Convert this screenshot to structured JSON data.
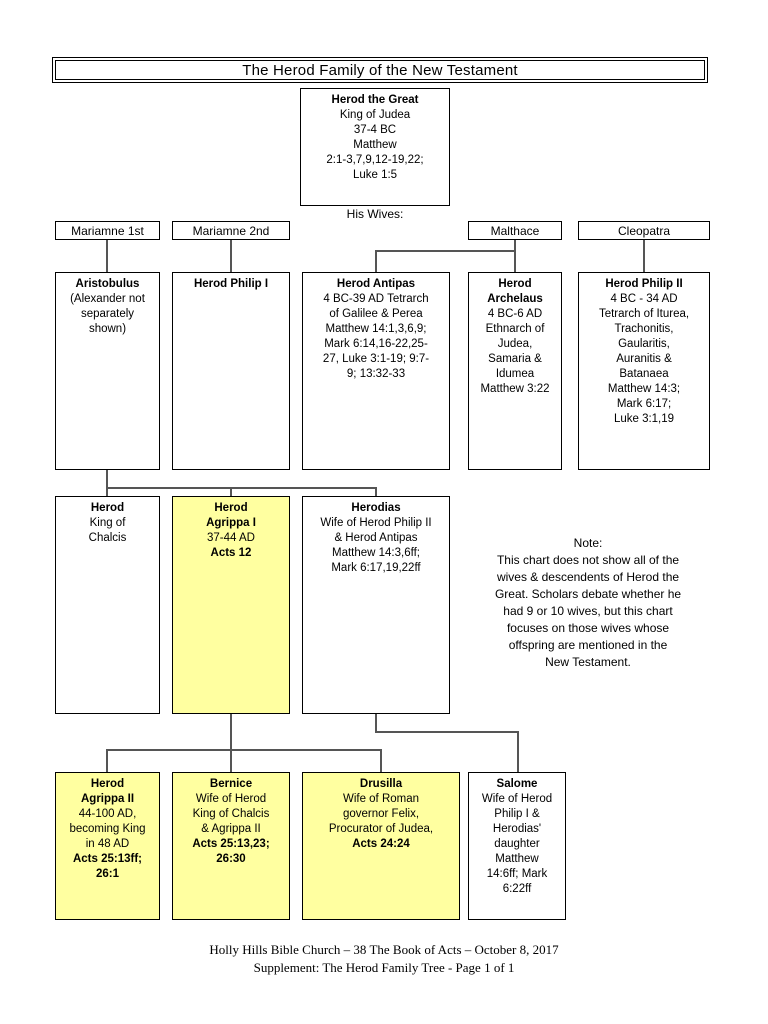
{
  "document": {
    "title": "The Herod Family of the New Testament",
    "his_wives_caption": "His Wives:"
  },
  "colors": {
    "highlight": "#ffffa0",
    "box_border": "#000000",
    "connector": "#555555",
    "background": "#ffffff"
  },
  "root": {
    "name": "Herod the Great",
    "lines": [
      "King of Judea",
      "37-4 BC",
      "Matthew",
      "2:1-3,7,9,12-19,22;",
      "Luke 1:5"
    ]
  },
  "wives": [
    {
      "label": "Mariamne 1st"
    },
    {
      "label": "Mariamne 2nd"
    },
    {
      "label": "Malthace"
    },
    {
      "label": "Cleopatra"
    }
  ],
  "generation_children": [
    {
      "name": "Aristobulus",
      "name_bold": false,
      "highlight": false,
      "lines": [
        {
          "text": "(Alexander not",
          "bold": false
        },
        {
          "text": "separately",
          "bold": false
        },
        {
          "text": "shown)",
          "bold": false
        }
      ]
    },
    {
      "name": "Herod Philip I",
      "name_bold": true,
      "highlight": false,
      "lines": []
    },
    {
      "name": "Herod Antipas",
      "name_bold": true,
      "highlight": false,
      "lines": [
        {
          "text": "4 BC-39 AD Tetrarch",
          "bold": false
        },
        {
          "text": "of Galilee & Perea",
          "bold": false
        },
        {
          "text": "Matthew 14:1,3,6,9;",
          "bold": false
        },
        {
          "text": "Mark 6:14,16-22,25-",
          "bold": false
        },
        {
          "text": "27, Luke 3:1-19; 9:7-",
          "bold": false
        },
        {
          "text": "9; 13:32-33",
          "bold": false
        }
      ]
    },
    {
      "name": "Herod",
      "name_bold": true,
      "highlight": false,
      "lines": [
        {
          "text": "Archelaus",
          "bold": true
        },
        {
          "text": "4 BC-6 AD",
          "bold": false
        },
        {
          "text": "Ethnarch of",
          "bold": false
        },
        {
          "text": "Judea,",
          "bold": false
        },
        {
          "text": "Samaria &",
          "bold": false
        },
        {
          "text": "Idumea",
          "bold": false
        },
        {
          "text": "Matthew 3:22",
          "bold": false
        }
      ]
    },
    {
      "name": "Herod Philip II",
      "name_bold": true,
      "highlight": false,
      "lines": [
        {
          "text": "4 BC - 34 AD",
          "bold": false
        },
        {
          "text": "Tetrarch of Iturea,",
          "bold": false
        },
        {
          "text": "Trachonitis,",
          "bold": false
        },
        {
          "text": "Gaularitis,",
          "bold": false
        },
        {
          "text": "Auranitis &",
          "bold": false
        },
        {
          "text": "Batanaea",
          "bold": false
        },
        {
          "text": "Matthew 14:3;",
          "bold": false
        },
        {
          "text": "Mark 6:17;",
          "bold": false
        },
        {
          "text": "Luke 3:1,19",
          "bold": false
        }
      ]
    }
  ],
  "generation_grandchildren": [
    {
      "name": "Herod",
      "name_bold": true,
      "highlight": false,
      "lines": [
        {
          "text": "King of",
          "bold": false
        },
        {
          "text": "Chalcis",
          "bold": false
        }
      ]
    },
    {
      "name": "Herod",
      "name_bold": true,
      "highlight": true,
      "lines": [
        {
          "text": "Agrippa I",
          "bold": true
        },
        {
          "text": "37-44 AD",
          "bold": false
        },
        {
          "text": "Acts 12",
          "bold": true
        }
      ]
    },
    {
      "name": "Herodias",
      "name_bold": true,
      "highlight": false,
      "lines": [
        {
          "text": "Wife of Herod Philip II",
          "bold": false
        },
        {
          "text": "& Herod Antipas",
          "bold": false
        },
        {
          "text": "Matthew 14:3,6ff;",
          "bold": false
        },
        {
          "text": "Mark 6:17,19,22ff",
          "bold": false
        }
      ]
    }
  ],
  "generation_great_grandchildren": [
    {
      "name": "Herod",
      "name_bold": true,
      "highlight": true,
      "lines": [
        {
          "text": "Agrippa II",
          "bold": true
        },
        {
          "text": "44-100 AD,",
          "bold": false
        },
        {
          "text": "becoming King",
          "bold": false
        },
        {
          "text": "in 48 AD",
          "bold": false
        },
        {
          "text": "Acts 25:13ff;",
          "bold": true
        },
        {
          "text": "26:1",
          "bold": true
        }
      ]
    },
    {
      "name": "Bernice",
      "name_bold": true,
      "highlight": true,
      "lines": [
        {
          "text": "Wife of Herod",
          "bold": false
        },
        {
          "text": "King of Chalcis",
          "bold": false
        },
        {
          "text": "& Agrippa II",
          "bold": false
        },
        {
          "text": "Acts 25:13,23;",
          "bold": true
        },
        {
          "text": "26:30",
          "bold": true
        }
      ]
    },
    {
      "name": "Drusilla",
      "name_bold": true,
      "highlight": true,
      "lines": [
        {
          "text": "Wife of Roman",
          "bold": false
        },
        {
          "text": "governor Felix,",
          "bold": false
        },
        {
          "text": "Procurator of Judea,",
          "bold": false
        },
        {
          "text": "Acts 24:24",
          "bold": true
        }
      ]
    },
    {
      "name": "Salome",
      "name_bold": true,
      "highlight": false,
      "lines": [
        {
          "text": "Wife of Herod",
          "bold": false
        },
        {
          "text": "Philip I &",
          "bold": false
        },
        {
          "text": "Herodias'",
          "bold": false
        },
        {
          "text": "daughter",
          "bold": false
        },
        {
          "text": "Matthew",
          "bold": false
        },
        {
          "text": "14:6ff; Mark",
          "bold": false
        },
        {
          "text": "6:22ff",
          "bold": false
        }
      ]
    }
  ],
  "note": {
    "heading": "Note:",
    "lines": [
      "This chart does not show all of the",
      "wives & descendents of Herod the",
      "Great.  Scholars debate whether he",
      "had 9 or 10 wives, but this chart",
      "focuses on those wives whose",
      "offspring are mentioned in the",
      "New Testament."
    ]
  },
  "footer": {
    "line1": "Holly Hills Bible Church – 38 The Book of Acts – October 8, 2017",
    "line2": "Supplement: The Herod Family Tree - Page 1 of 1"
  }
}
